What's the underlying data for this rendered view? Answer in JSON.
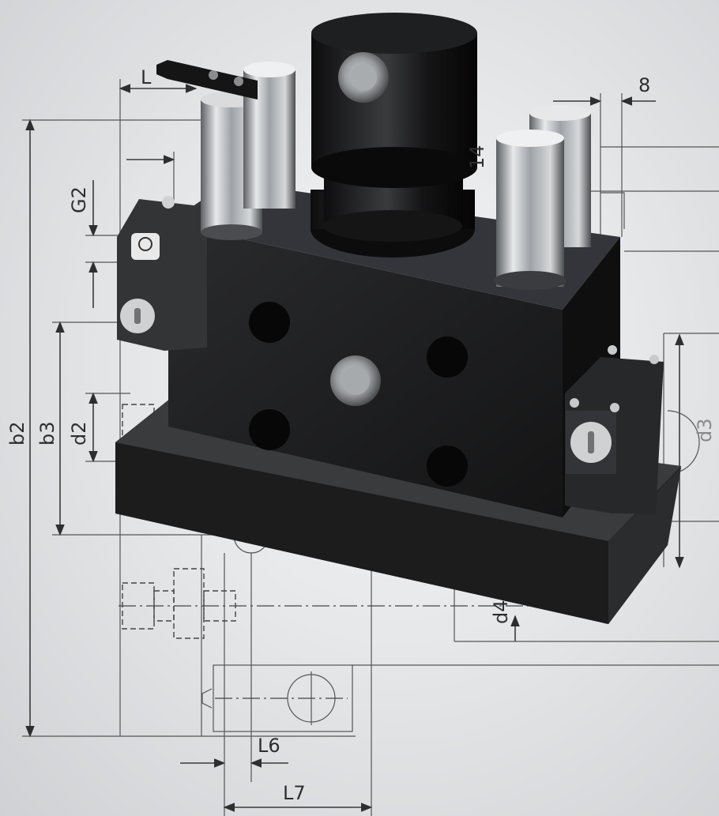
{
  "labels": {
    "L": "L",
    "eight": "8",
    "fourteen": "14",
    "G2": "G2",
    "b2": "b2",
    "b3": "b3",
    "d2": "d2",
    "d3": "d3",
    "d4": "d4",
    "L6": "L6",
    "L7": "L7"
  },
  "colors": {
    "steel_dark": "#1c1c1e",
    "chrome": "#b8bcc0",
    "line": "#3a3a3a"
  }
}
